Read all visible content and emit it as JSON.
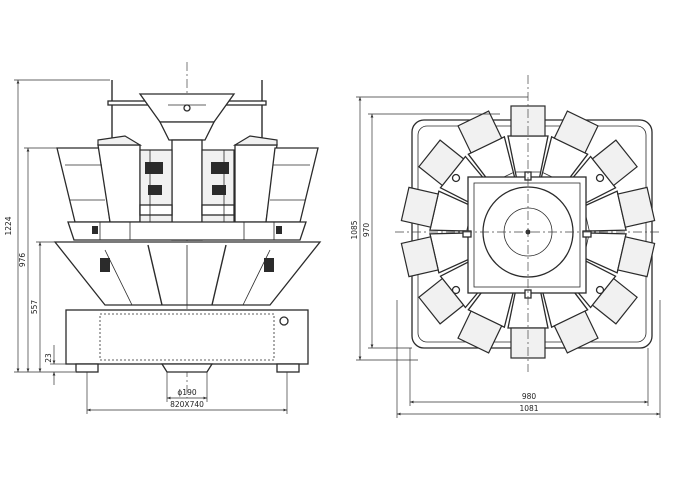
{
  "front_view": {
    "dims": {
      "overall_height": "1224",
      "hopper_height": "976",
      "base_height": "557",
      "foot_height": "23",
      "outlet_diameter": "ϕ190",
      "base_size": "820X740"
    }
  },
  "top_view": {
    "dims": {
      "frame_depth_outer": "1085",
      "frame_depth_inner": "970",
      "width_inner": "980",
      "width_outer": "1081"
    }
  },
  "colors": {
    "line": "#2b2b2b",
    "background": "#ffffff"
  }
}
